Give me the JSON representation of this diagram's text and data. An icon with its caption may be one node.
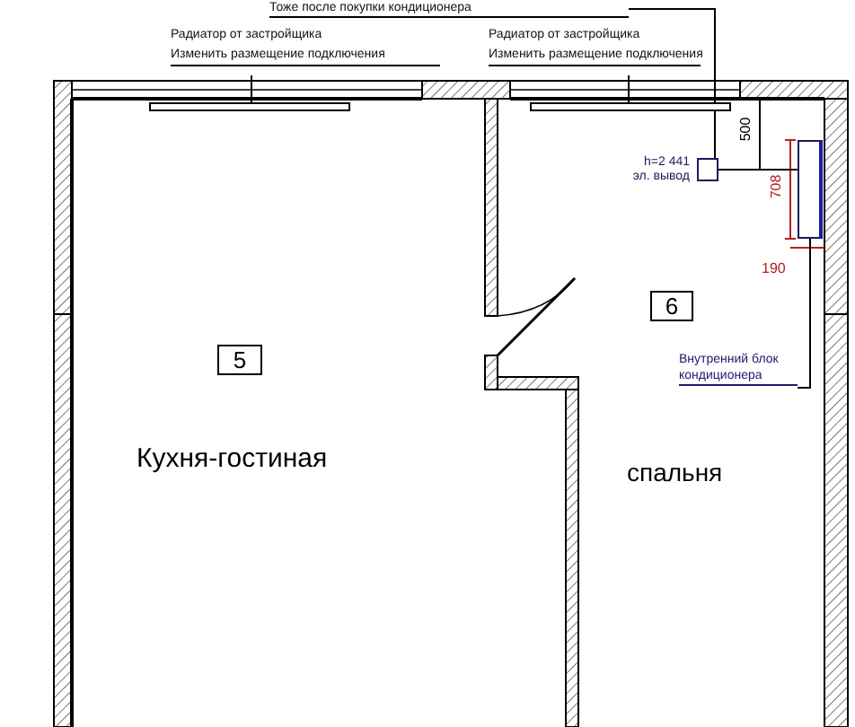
{
  "diagram": {
    "nodes": [
      {
        "text": [
          "Радиатор от застройщика",
          "Изменить размещение подключения"
        ]
      },
      {
        "text": [],
        "shape": "bar"
      },
      {
        "text": [
          "Радиатор от застройщика",
          "Изменить размещение подключения"
        ]
      },
      {
        "text": [],
        "shape": "bar"
      },
      {
        "text": [
          "Тоже после покупки кондиционера"
        ]
      },
      {
        "text": [],
        "shape": "box",
        "beside": [
          "h=2 441",
          "эл. вывод"
        ]
      },
      {
        "text": [],
        "shape": "box"
      },
      {
        "text": [
          "Внутренний блок кондиционера"
        ]
      },
      {
        "text": [
          "5"
        ]
      },
      {
        "text": [
          "6"
        ]
      }
    ],
    "edges": [
      {
        "from": 0,
        "to": 1,
        "arrow": "none"
      },
      {
        "from": 2,
        "to": 3,
        "arrow": "none"
      },
      {
        "from": 4,
        "to": 5,
        "arrow": "none"
      },
      {
        "from": 5,
        "to": 6,
        "arrow": "none"
      },
      {
        "from": 7,
        "to": 6,
        "arrow": "none"
      }
    ],
    "labels": [
      "500",
      "708",
      "190",
      "Кухня-гостиная",
      "спальня"
    ]
  }
}
